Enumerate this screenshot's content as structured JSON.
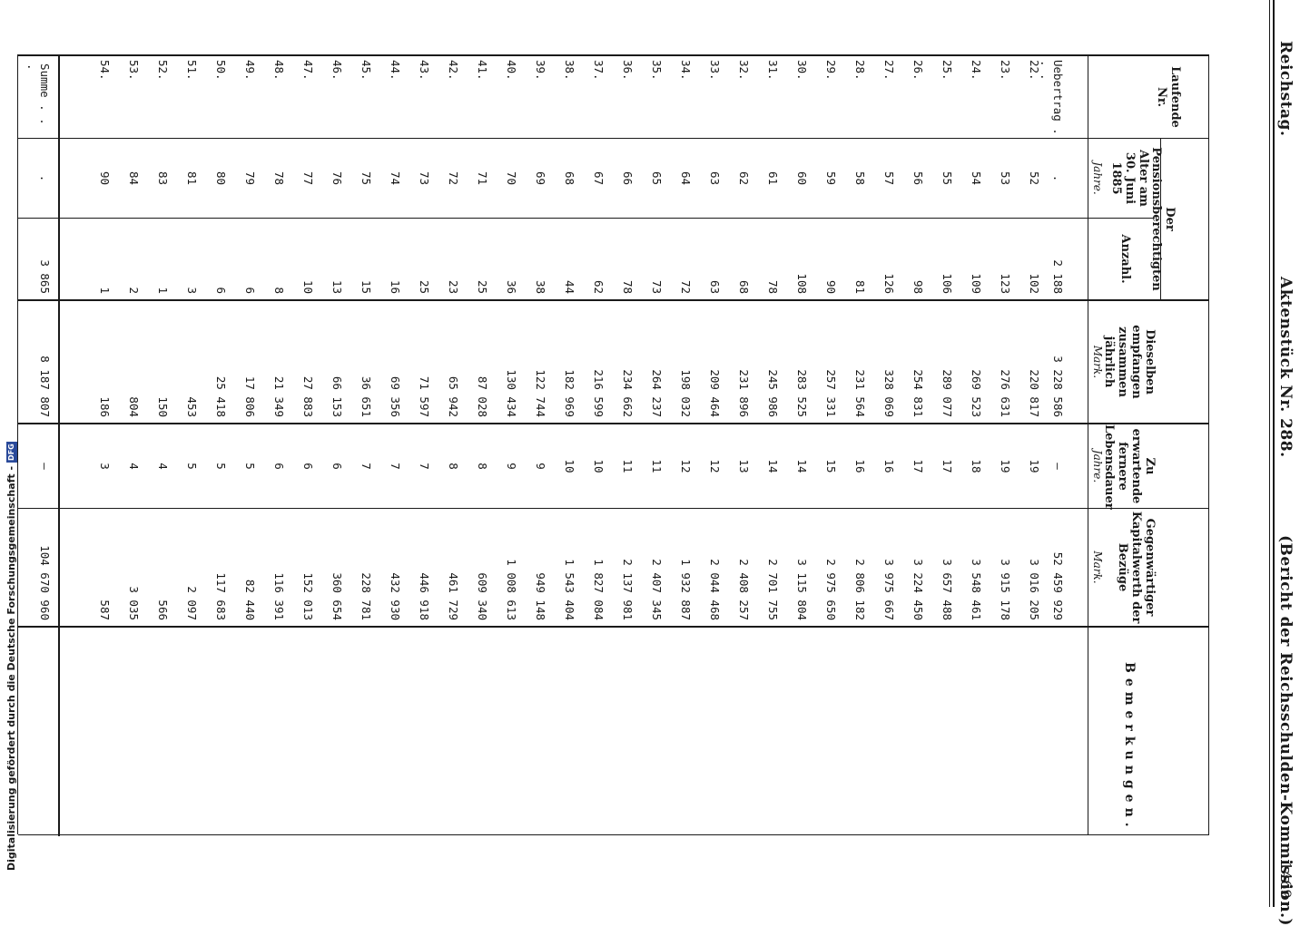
{
  "header": {
    "left": "Reichstag.",
    "center": "Aktenstück Nr. 288.",
    "right": "(Bericht der Reichsschulden-Kommission.)",
    "page_number": "1469"
  },
  "columns": {
    "nr": "Laufende Nr.",
    "group": "Der Pensionsberechtigten",
    "alter": "Alter am 30. Juni 1885",
    "alter_unit": "Jahre.",
    "anzahl": "Anzahl.",
    "bezuege": "Dieselben empfangen zusammen jährlich",
    "bezuege_unit": "Mark.",
    "lebensdauer": "Zu erwartende fernere Lebensdauer",
    "lebensdauer_unit": "Jahre.",
    "kapital": "Gegenwärtiger Kapitalwerth der Bezüge",
    "kapital_unit": "Mark.",
    "bemerkungen": "Bemerkungen."
  },
  "uebertrag": {
    "label": "Uebertrag . . .",
    "alter": ".",
    "anzahl": "2 188",
    "bezuege": "3 228 586",
    "lebensdauer": "—",
    "kapital": "52 459 929"
  },
  "rows": [
    {
      "nr": "22.",
      "alter": "52",
      "anzahl": "102",
      "bezuege": "220 817",
      "lebensdauer": "19",
      "kapital": "3 016 205"
    },
    {
      "nr": "23.",
      "alter": "53",
      "anzahl": "123",
      "bezuege": "276 631",
      "lebensdauer": "19",
      "kapital": "3 915 178"
    },
    {
      "nr": "24.",
      "alter": "54",
      "anzahl": "109",
      "bezuege": "269 523",
      "lebensdauer": "18",
      "kapital": "3 548 461"
    },
    {
      "nr": "25.",
      "alter": "55",
      "anzahl": "106",
      "bezuege": "289 077",
      "lebensdauer": "17",
      "kapital": "3 657 488"
    },
    {
      "nr": "26.",
      "alter": "56",
      "anzahl": "98",
      "bezuege": "254 831",
      "lebensdauer": "17",
      "kapital": "3 224 450"
    },
    {
      "nr": "27.",
      "alter": "57",
      "anzahl": "126",
      "bezuege": "328 069",
      "lebensdauer": "16",
      "kapital": "3 975 667"
    },
    {
      "nr": "28.",
      "alter": "58",
      "anzahl": "81",
      "bezuege": "231 564",
      "lebensdauer": "16",
      "kapital": "2 806 182"
    },
    {
      "nr": "29.",
      "alter": "59",
      "anzahl": "90",
      "bezuege": "257 331",
      "lebensdauer": "15",
      "kapital": "2 975 650"
    },
    {
      "nr": "30.",
      "alter": "60",
      "anzahl": "108",
      "bezuege": "283 525",
      "lebensdauer": "14",
      "kapital": "3 115 804"
    },
    {
      "nr": "31.",
      "alter": "61",
      "anzahl": "78",
      "bezuege": "245 986",
      "lebensdauer": "14",
      "kapital": "2 701 755"
    },
    {
      "nr": "32.",
      "alter": "62",
      "anzahl": "68",
      "bezuege": "231 896",
      "lebensdauer": "13",
      "kapital": "2 408 257"
    },
    {
      "nr": "33.",
      "alter": "63",
      "anzahl": "63",
      "bezuege": "209 464",
      "lebensdauer": "12",
      "kapital": "2 044 468"
    },
    {
      "nr": "34.",
      "alter": "64",
      "anzahl": "72",
      "bezuege": "198 032",
      "lebensdauer": "12",
      "kapital": "1 932 887"
    },
    {
      "nr": "35.",
      "alter": "65",
      "anzahl": "73",
      "bezuege": "264 237",
      "lebensdauer": "11",
      "kapital": "2 407 345"
    },
    {
      "nr": "36.",
      "alter": "66",
      "anzahl": "78",
      "bezuege": "234 662",
      "lebensdauer": "11",
      "kapital": "2 137 981"
    },
    {
      "nr": "37.",
      "alter": "67",
      "anzahl": "62",
      "bezuege": "216 599",
      "lebensdauer": "10",
      "kapital": "1 827 084"
    },
    {
      "nr": "38.",
      "alter": "68",
      "anzahl": "44",
      "bezuege": "182 969",
      "lebensdauer": "10",
      "kapital": "1 543 404"
    },
    {
      "nr": "39.",
      "alter": "69",
      "anzahl": "38",
      "bezuege": "122 744",
      "lebensdauer": "9",
      "kapital": "949 148"
    },
    {
      "nr": "40.",
      "alter": "70",
      "anzahl": "36",
      "bezuege": "130 434",
      "lebensdauer": "9",
      "kapital": "1 008 613"
    },
    {
      "nr": "41.",
      "alter": "71",
      "anzahl": "25",
      "bezuege": "87 028",
      "lebensdauer": "8",
      "kapital": "609 340"
    },
    {
      "nr": "42.",
      "alter": "72",
      "anzahl": "23",
      "bezuege": "65 942",
      "lebensdauer": "8",
      "kapital": "461 729"
    },
    {
      "nr": "43.",
      "alter": "73",
      "anzahl": "25",
      "bezuege": "71 597",
      "lebensdauer": "7",
      "kapital": "446 918"
    },
    {
      "nr": "44.",
      "alter": "74",
      "anzahl": "16",
      "bezuege": "69 356",
      "lebensdauer": "7",
      "kapital": "432 930"
    },
    {
      "nr": "45.",
      "alter": "75",
      "anzahl": "15",
      "bezuege": "36 651",
      "lebensdauer": "7",
      "kapital": "228 781"
    },
    {
      "nr": "46.",
      "alter": "76",
      "anzahl": "13",
      "bezuege": "66 153",
      "lebensdauer": "6",
      "kapital": "360 654"
    },
    {
      "nr": "47.",
      "alter": "77",
      "anzahl": "10",
      "bezuege": "27 883",
      "lebensdauer": "6",
      "kapital": "152 013"
    },
    {
      "nr": "48.",
      "alter": "78",
      "anzahl": "8",
      "bezuege": "21 349",
      "lebensdauer": "6",
      "kapital": "116 391"
    },
    {
      "nr": "49.",
      "alter": "79",
      "anzahl": "6",
      "bezuege": "17 806",
      "lebensdauer": "5",
      "kapital": "82 440"
    },
    {
      "nr": "50.",
      "alter": "80",
      "anzahl": "6",
      "bezuege": "25 418",
      "lebensdauer": "5",
      "kapital": "117 683"
    },
    {
      "nr": "51.",
      "alter": "81",
      "anzahl": "3",
      "bezuege": "453",
      "lebensdauer": "5",
      "kapital": "2 097"
    },
    {
      "nr": "52.",
      "alter": "83",
      "anzahl": "1",
      "bezuege": "150",
      "lebensdauer": "4",
      "kapital": "566"
    },
    {
      "nr": "53.",
      "alter": "84",
      "anzahl": "2",
      "bezuege": "804",
      "lebensdauer": "4",
      "kapital": "3 035"
    },
    {
      "nr": "54.",
      "alter": "90",
      "anzahl": "1",
      "bezuege": "186",
      "lebensdauer": "3",
      "kapital": "587"
    }
  ],
  "summe": {
    "label": "Summe . . .",
    "alter": ".",
    "anzahl": "3 865",
    "bezuege": "8 187 807",
    "lebensdauer": "—",
    "kapital": "104 670 960"
  },
  "sidebar": {
    "text": "Digitalisierung gefördert durch die Deutsche Forschungsgemeinschaft -",
    "logo": "DFG"
  }
}
